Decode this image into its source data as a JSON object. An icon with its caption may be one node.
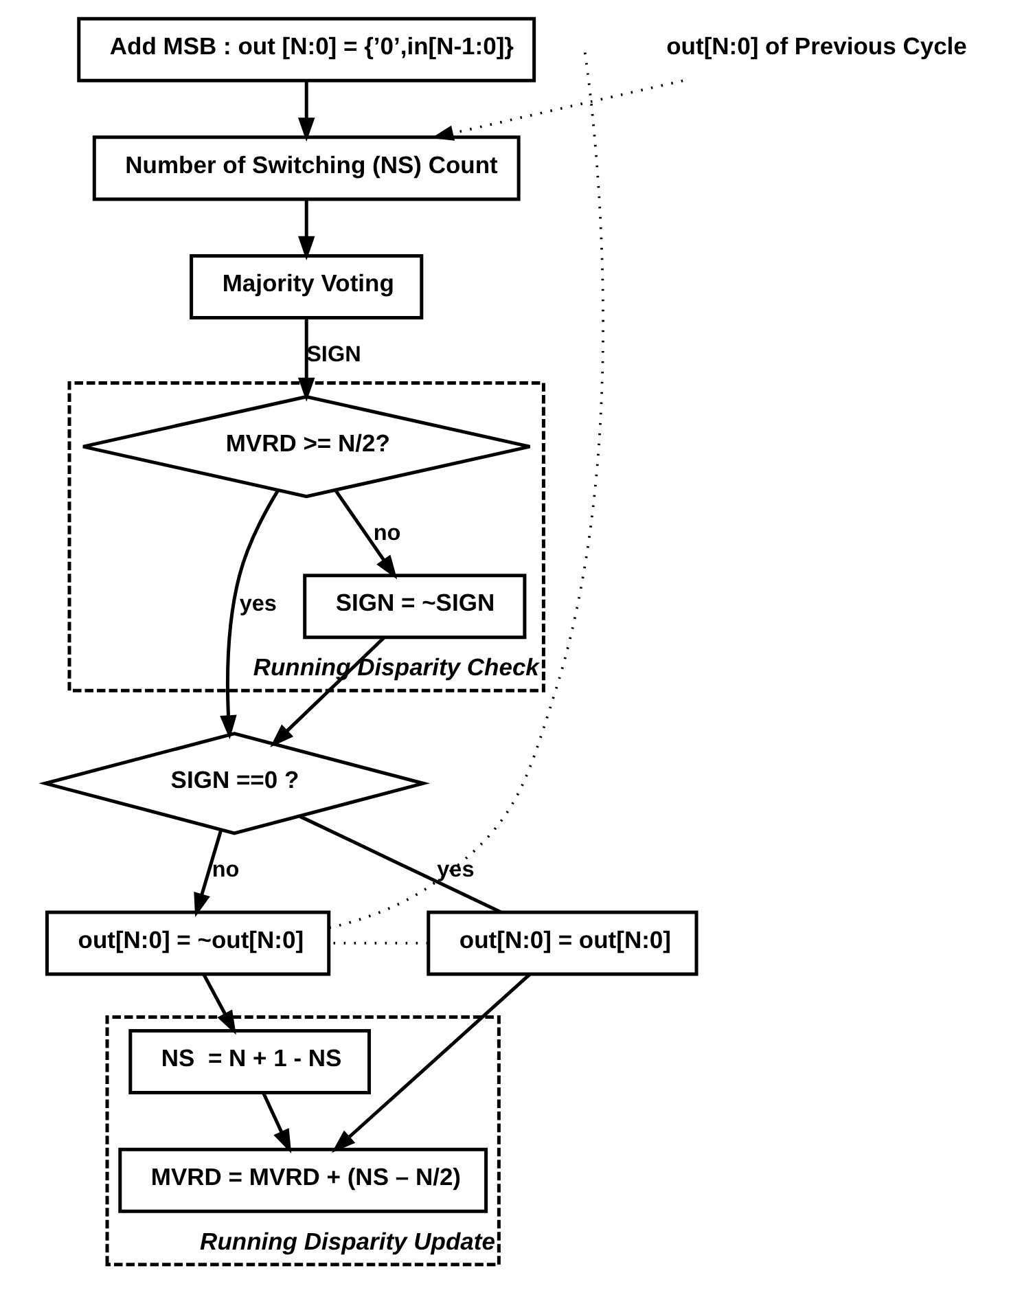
{
  "diagram": {
    "nodes": [
      {
        "text": [
          "Add MSB : out [N:0] = {’0’,in[N-1:0]}"
        ]
      },
      {
        "text": [
          "Number of Switching (NS) Count"
        ]
      },
      {
        "text": [
          "out[N:0] of Previous Cycle"
        ]
      },
      {
        "text": [
          "Majority Voting"
        ]
      },
      {
        "text": [
          "Running Disparity Check"
        ]
      },
      {
        "text": [
          "MVRD >= N/2?"
        ],
        "in": 4
      },
      {
        "text": [
          "SIGN = ~SIGN"
        ],
        "in": 4
      },
      {
        "text": [
          "SIGN ==0 ?"
        ]
      },
      {
        "text": [
          "out[N:0] = out[N:0]"
        ]
      },
      {
        "text": [
          "out[N:0] = ~out[N:0]"
        ]
      },
      {
        "text": [
          "Running Disparity Update"
        ]
      },
      {
        "text": [
          "NS  = N + 1 - NS"
        ],
        "in": 10
      },
      {
        "text": [
          "MVRD = MVRD + (NS – N/2)"
        ],
        "in": 10
      }
    ],
    "edges": [
      {
        "from": 0,
        "to": 1,
        "arrow": "to"
      },
      {
        "from": 2,
        "to": 1,
        "arrow": "to",
        "style": "dashed"
      },
      {
        "from": 1,
        "to": 3,
        "arrow": "to"
      },
      {
        "from": 3,
        "to": 5,
        "arrow": "to",
        "label": "SIGN"
      },
      {
        "from": 5,
        "to": 6,
        "arrow": "to",
        "label": "no"
      },
      {
        "from": 5,
        "to": 7,
        "arrow": "to",
        "label": "yes"
      },
      {
        "from": 6,
        "to": 7,
        "arrow": "to"
      },
      {
        "from": 7,
        "to": 8,
        "arrow": "none",
        "label": "yes"
      },
      {
        "from": 7,
        "to": 9,
        "arrow": "to",
        "label": "no"
      },
      {
        "from": 8,
        "to": 9,
        "arrow": "none",
        "style": "dashed"
      },
      {
        "from": 9,
        "to": null,
        "arrow": "none",
        "style": "dashed"
      },
      {
        "from": 9,
        "to": 11,
        "arrow": "to"
      },
      {
        "from": 8,
        "to": 12,
        "arrow": "to"
      },
      {
        "from": 11,
        "to": 12,
        "arrow": "to"
      }
    ]
  }
}
